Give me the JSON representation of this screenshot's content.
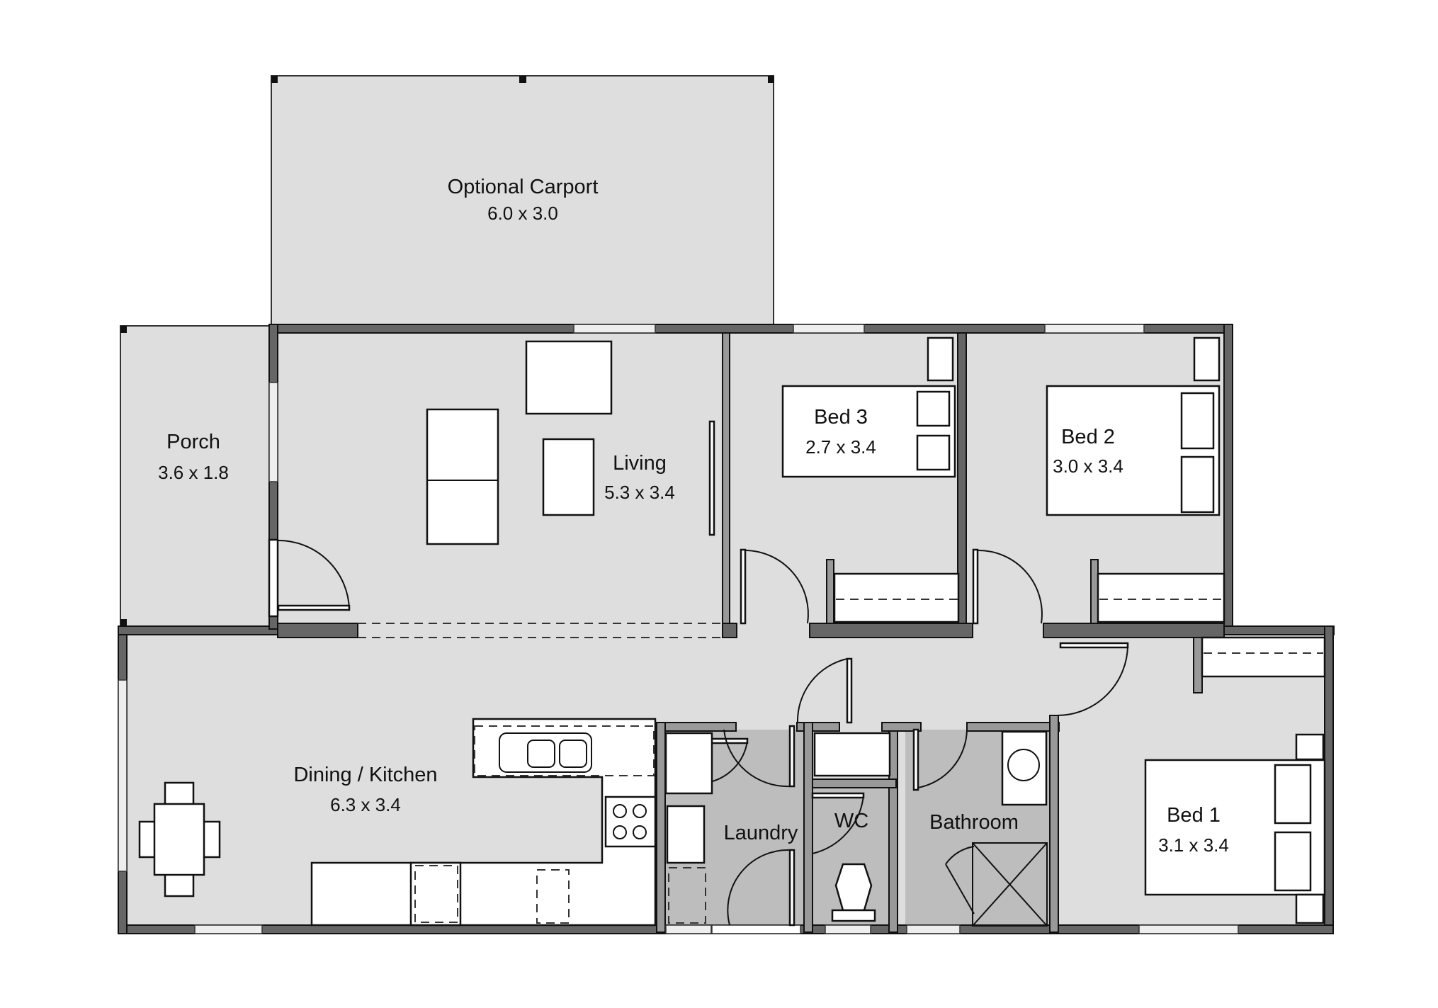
{
  "plan": {
    "rooms": [
      {
        "id": "carport",
        "name": "Optional Carport",
        "dims": "6.0 x 3.0"
      },
      {
        "id": "porch",
        "name": "Porch",
        "dims": "3.6 x 1.8"
      },
      {
        "id": "living",
        "name": "Living",
        "dims": "5.3 x 3.4"
      },
      {
        "id": "bed3",
        "name": "Bed 3",
        "dims": "2.7 x 3.4"
      },
      {
        "id": "bed2",
        "name": "Bed 2",
        "dims": "3.0 x 3.4"
      },
      {
        "id": "dining",
        "name": "Dining / Kitchen",
        "dims": "6.3 x 3.4"
      },
      {
        "id": "laundry",
        "name": "Laundry",
        "dims": ""
      },
      {
        "id": "wc",
        "name": "WC",
        "dims": ""
      },
      {
        "id": "bathroom",
        "name": "Bathroom",
        "dims": ""
      },
      {
        "id": "bed1",
        "name": "Bed 1",
        "dims": "3.1 x 3.4"
      }
    ],
    "colors": {
      "floor": "#dedede",
      "wet_area": "#bdbdbd",
      "wall": "#666666",
      "furniture": "#ffffff",
      "line": "#111111"
    }
  }
}
